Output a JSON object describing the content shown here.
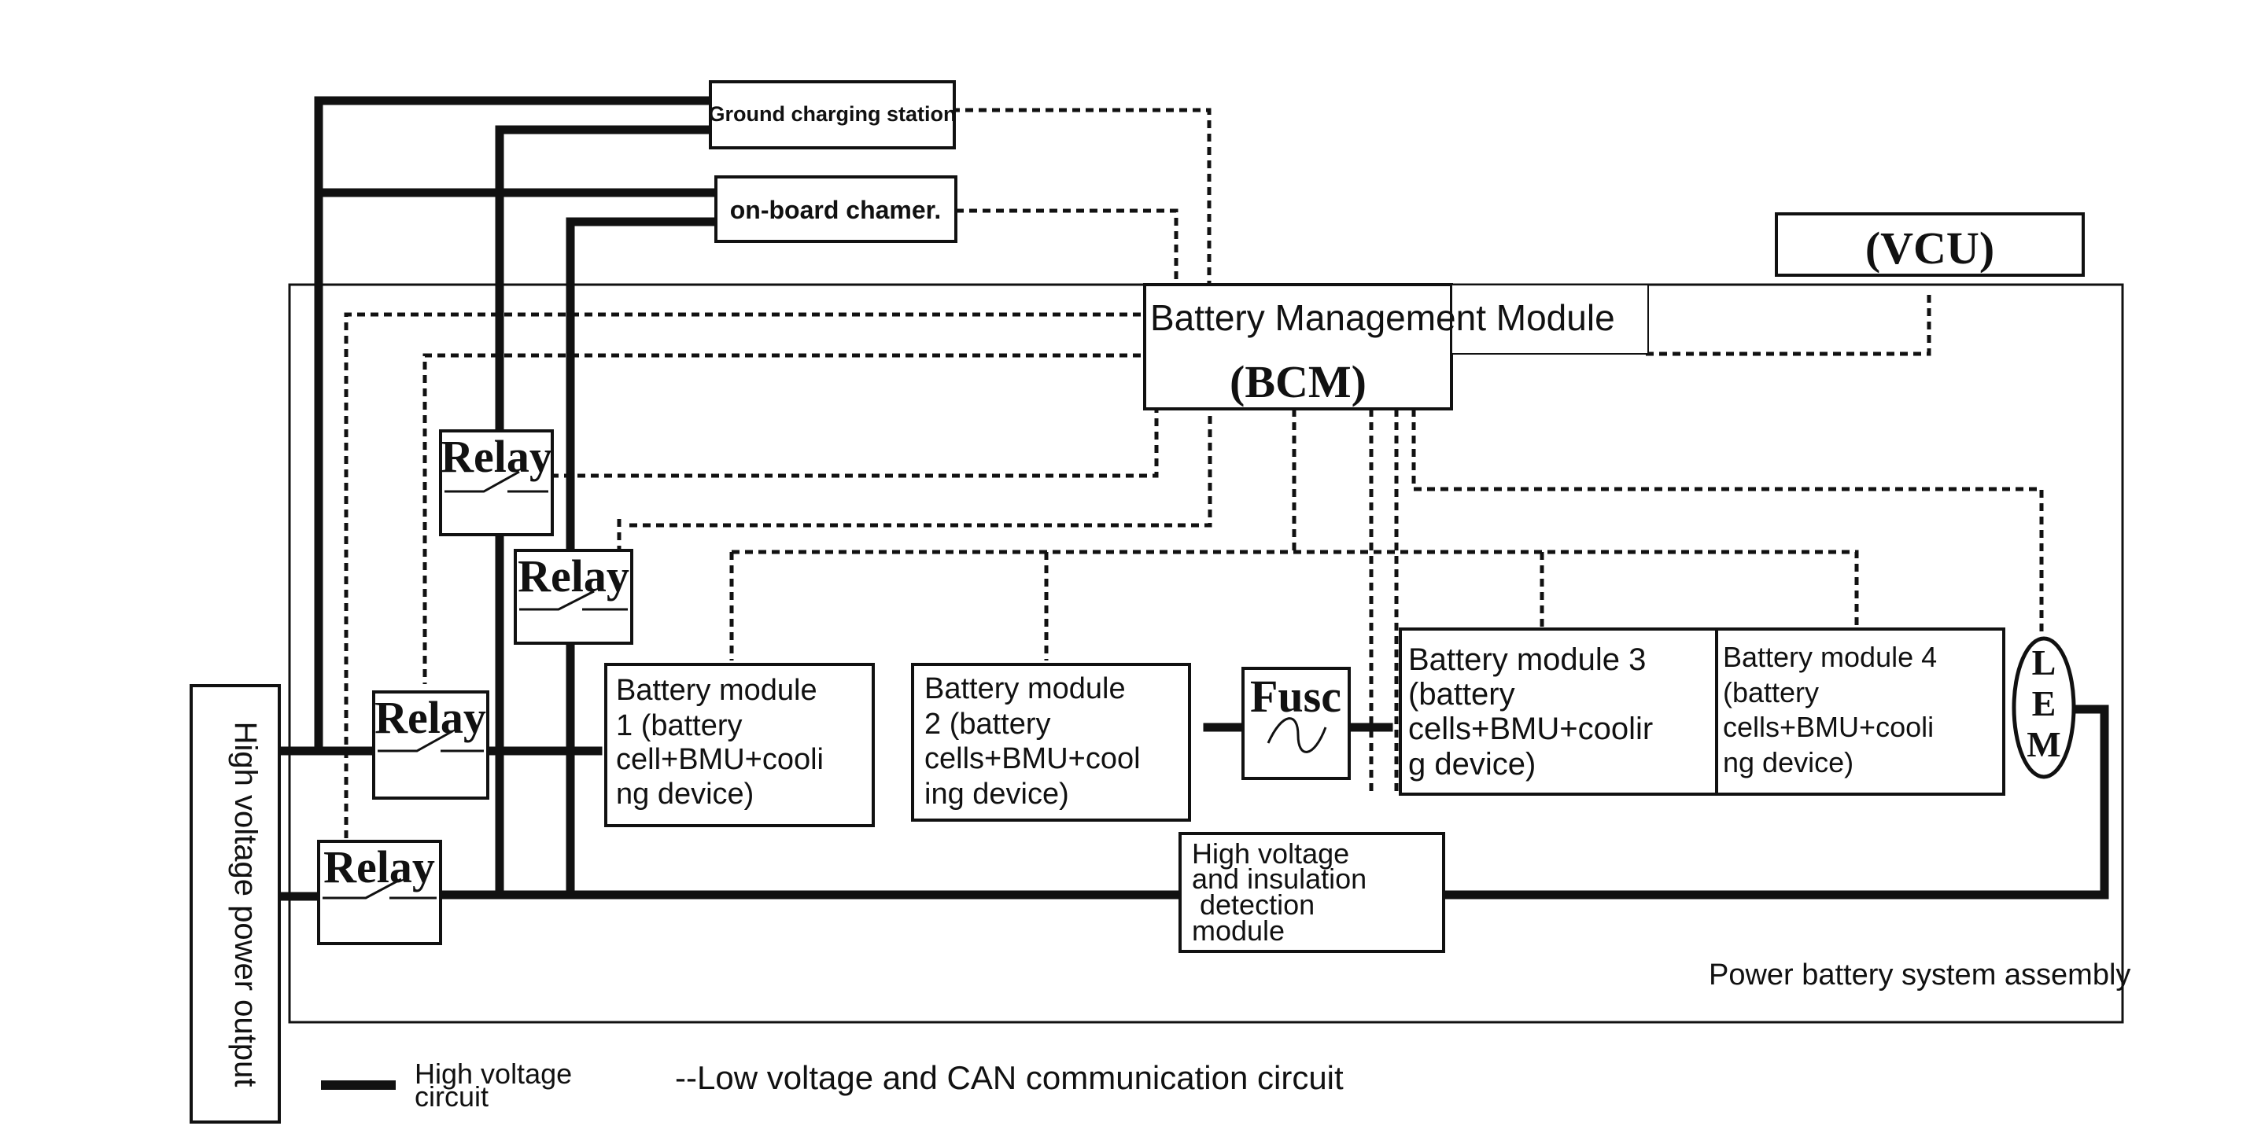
{
  "labels": {
    "ground_charging": "Ground charging station",
    "onboard_charger": "on-board chamer.",
    "vcu": "(VCU)",
    "bms_line1": "Battery Management Module",
    "bms_line2": "(BCM)",
    "relay": "Relay",
    "module1": [
      "Battery module",
      "1 (battery",
      "cell+BMU+cooli",
      "ng device)"
    ],
    "module2": [
      "Battery module",
      "2 (battery",
      "cells+BMU+cool",
      "ing device)"
    ],
    "module3": [
      "Battery module 3",
      "(battery",
      "cells+BMU+coolir",
      "g device)"
    ],
    "module4": [
      "Battery module 4",
      "(battery",
      "cells+BMU+cooli",
      "ng device)"
    ],
    "fuse": "Fusc",
    "lem": [
      "L",
      "E",
      "M"
    ],
    "hv_detect": [
      "High voltage",
      "and insulation",
      "detection",
      "module"
    ],
    "hv_output": "High voltage power output",
    "assembly": "Power battery system assembly"
  },
  "legend": {
    "hv_line1": "High voltage",
    "hv_line2": "circuit",
    "lv": "--Low voltage and CAN communication circuit"
  }
}
